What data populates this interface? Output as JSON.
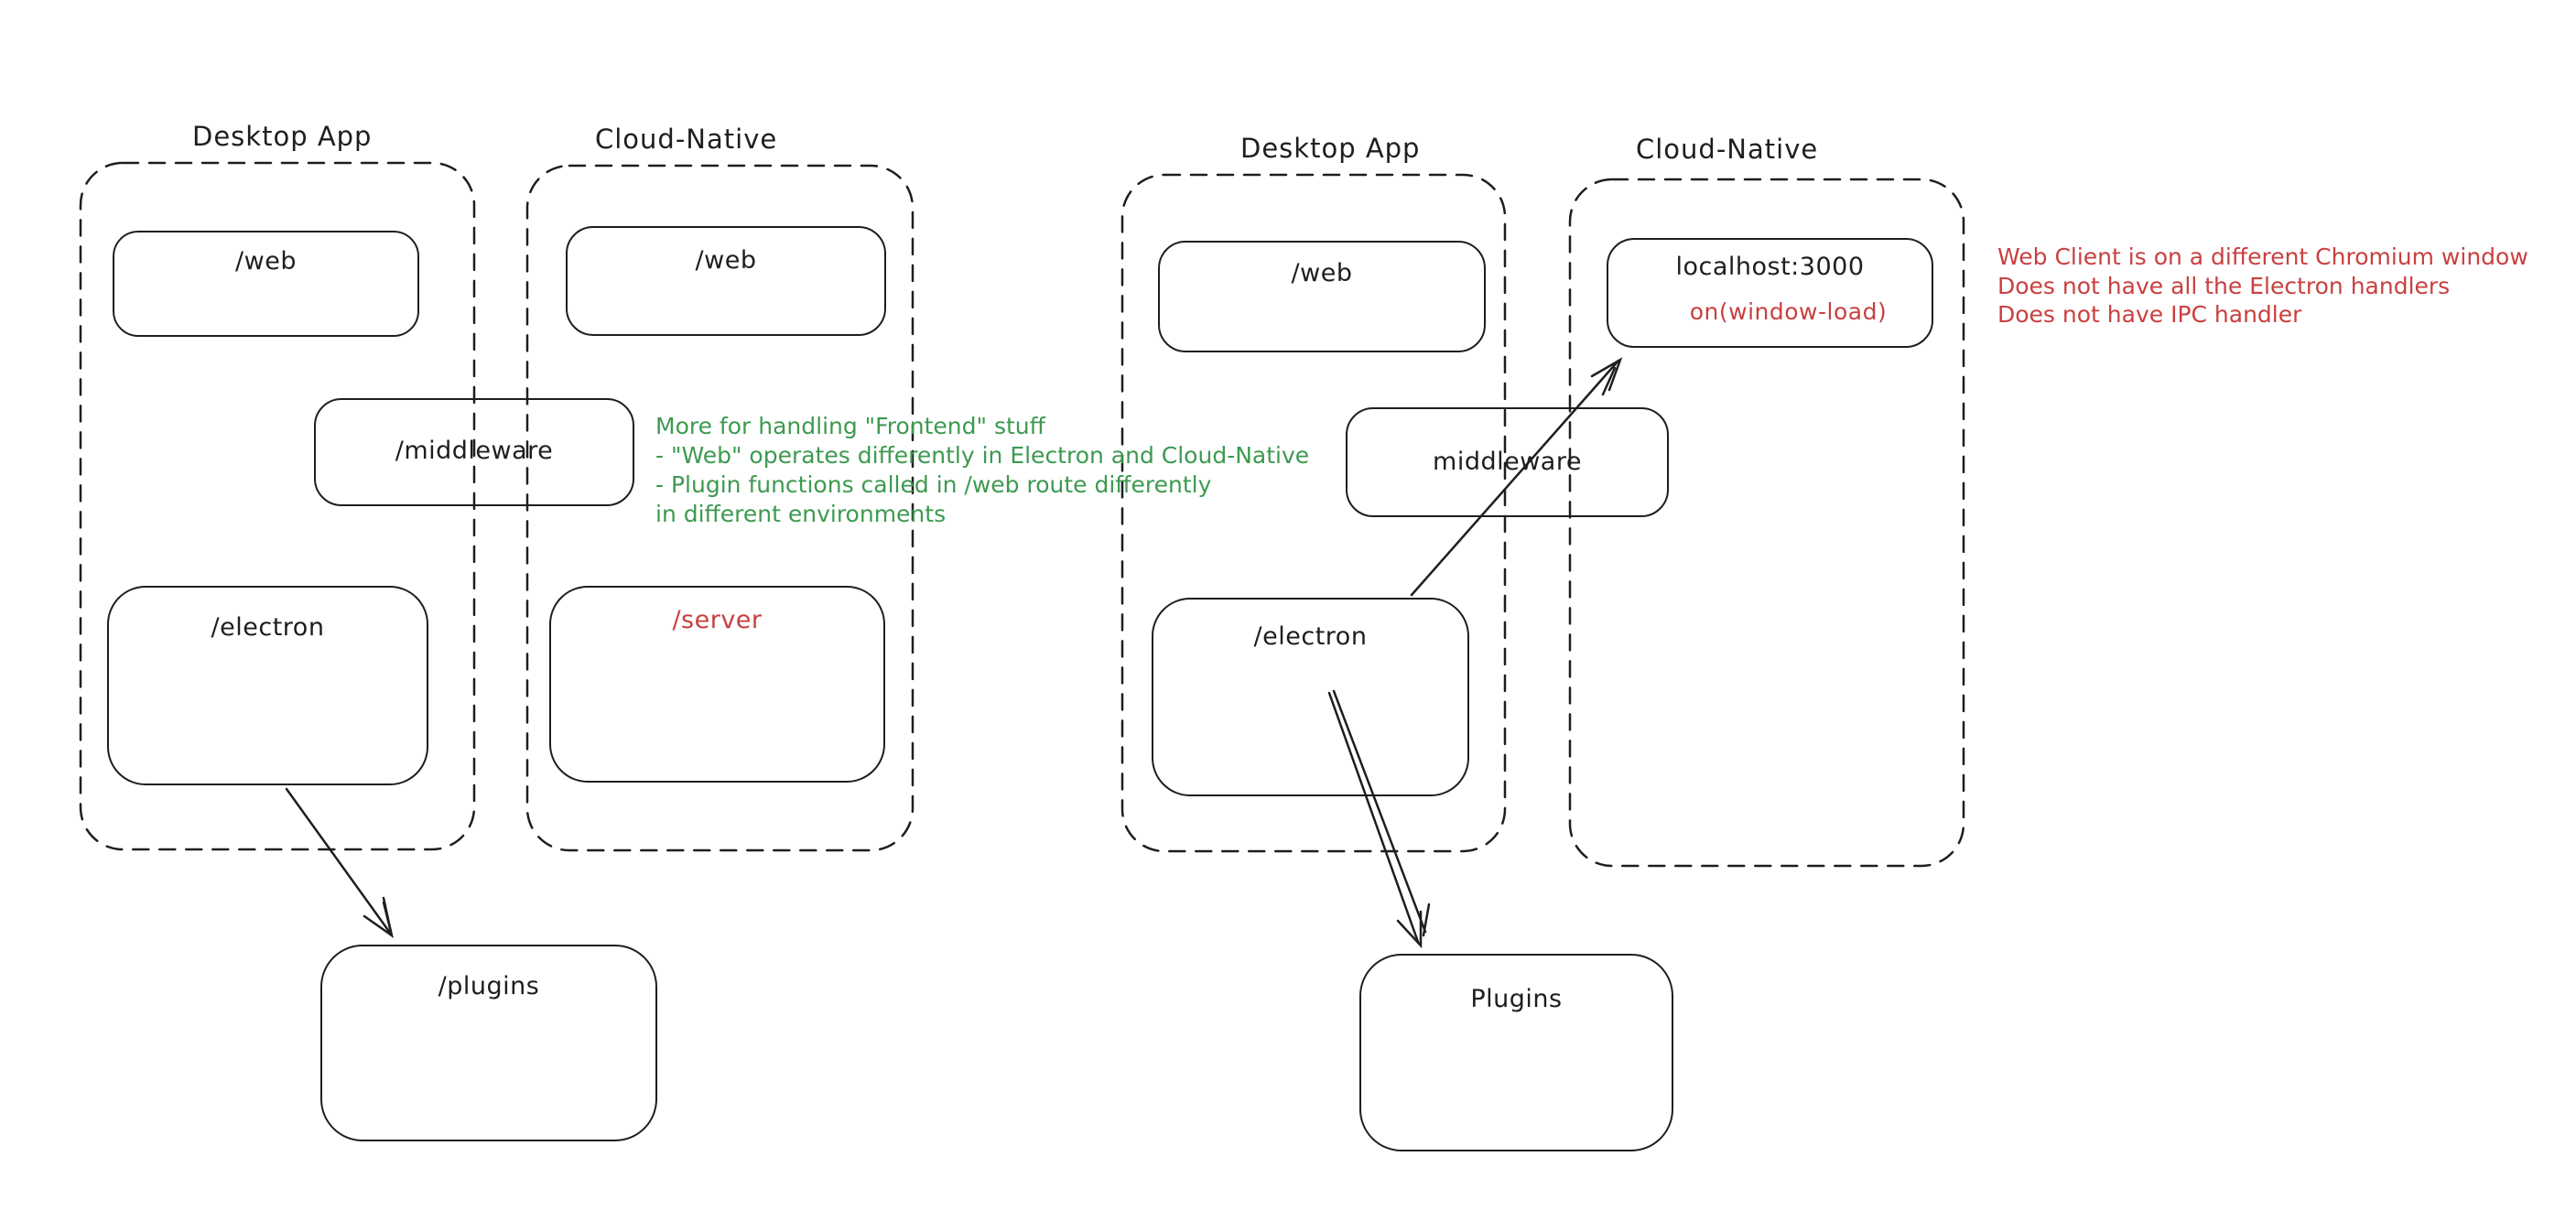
{
  "colors": {
    "stroke": "#1e1e1e",
    "red": "#c94040",
    "green": "#3d9a50",
    "background": "#ffffff"
  },
  "left_diagram": {
    "desktop_label": "Desktop App",
    "cloud_label": "Cloud-Native",
    "desktop_web": "/web",
    "cloud_web": "/web",
    "middleware": "/middleware",
    "electron": "/electron",
    "server": "/server",
    "plugins": "/plugins"
  },
  "right_diagram": {
    "desktop_label": "Desktop App",
    "cloud_label": "Cloud-Native",
    "desktop_web": "/web",
    "localhost": "localhost:3000",
    "window_load": "on(window-load)",
    "middleware": "middleware",
    "electron": "/electron",
    "plugins": "Plugins"
  },
  "green_note": {
    "lines": [
      "More for handling \"Frontend\" stuff",
      "- \"Web\" operates differently in Electron and Cloud-Native",
      "- Plugin functions called in /web route differently",
      "in different environments"
    ]
  },
  "red_note": {
    "lines": [
      "Web Client is on a different Chromium window",
      "Does not have all the Electron handlers",
      "Does not have IPC handler"
    ]
  }
}
